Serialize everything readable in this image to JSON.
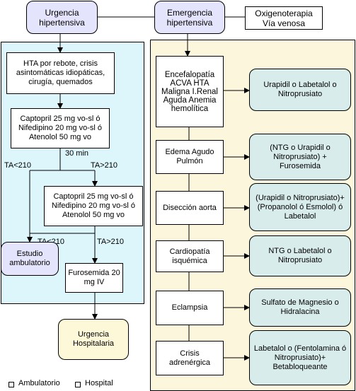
{
  "top": {
    "urgencia": "Urgencia hipertensiva",
    "emergencia": "Emergencia hipertensiva",
    "oxigeno": "Oxigenoterapia Vía venosa"
  },
  "left": {
    "hta": "HTA por rebote, crisis asintomáticas idiopáticas, cirugía, quemados",
    "tx1": "Captopril 25 mg vo-sl ó Nifedipino 20 mg vo-sl ó Atenolol 50 mg vo",
    "min30": "30 min",
    "ta_low_1": "TA<210",
    "ta_high_1": "TA>210",
    "tx2": "Captopril 25 mg vo-sl ó Nifedipino 20 mg vo-sl ó Atenolol 50 mg vo",
    "ta_low_2": "TA<210",
    "ta_high_2": "TA>210",
    "estudio": "Estudio ambulatorio",
    "furosemida": "Furosemida 20 mg IV",
    "hospitalaria": "Urgencia Hospitalaria"
  },
  "right": {
    "conditions": [
      "Encefalopatía ACVA HTA Maligna I.Renal Aguda Anemia hemolítica",
      "Edema Agudo Pulmón",
      "Disección aorta",
      "Cardiopatía isquémica",
      "Eclampsia",
      "Crisis adrenérgica"
    ],
    "treatments": [
      "Urapidil o Labetalol o Nitroprusiato",
      "(NTG o Urapidil o Nitroprusiato) + Furosemida",
      "(Urapidil o Nitroprusiato)+(Propanolol ó Esmolol) ó Labetalol",
      "NTG o Labetalol o Nitroprusiato",
      "Sulfato de Magnesio o Hidralacina",
      "Labetalol o (Fentolamina ó Nitroprusiato)+ Betabloqueante"
    ]
  },
  "legend": {
    "ambulatorio": "Ambulatorio",
    "hospital": "Hospital"
  }
}
